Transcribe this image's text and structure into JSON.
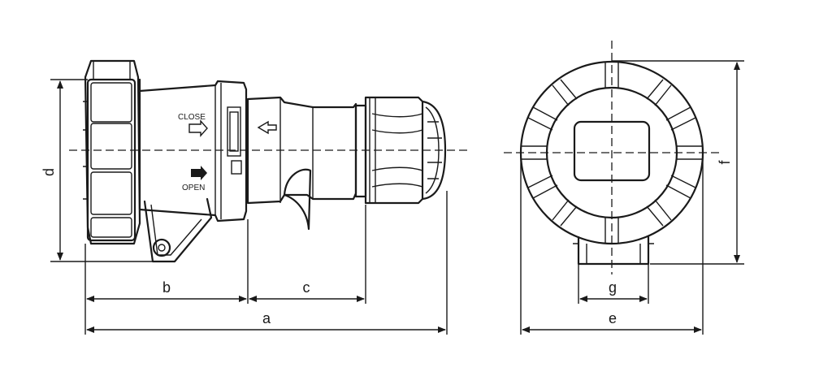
{
  "labels": {
    "close": "CLOSE",
    "open": "OPEN"
  },
  "dimensions": {
    "a": "a",
    "b": "b",
    "c": "c",
    "d": "d",
    "e": "e",
    "f": "f",
    "g": "g"
  }
}
